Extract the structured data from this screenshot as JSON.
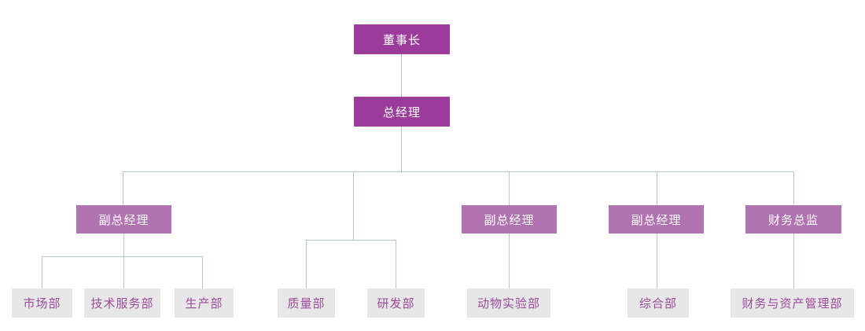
{
  "diagram_type": "org-chart",
  "nodes": {
    "chairman": {
      "label": "董事长",
      "level": 1
    },
    "general_manager": {
      "label": "总经理",
      "level": 2
    },
    "deputy_gm_1": {
      "label": "副总经理",
      "level": 3
    },
    "deputy_gm_2": {
      "label": "副总经理",
      "level": 3
    },
    "deputy_gm_3": {
      "label": "副总经理",
      "level": 3
    },
    "finance_director": {
      "label": "财务总监",
      "level": 3
    },
    "marketing": {
      "label": "市场部",
      "level": 4
    },
    "tech_service": {
      "label": "技术服务部",
      "level": 4
    },
    "production": {
      "label": "生产部",
      "level": 4
    },
    "quality": {
      "label": "质量部",
      "level": 4
    },
    "rnd": {
      "label": "研发部",
      "level": 4
    },
    "animal_lab": {
      "label": "动物实验部",
      "level": 4
    },
    "general_affairs": {
      "label": "综合部",
      "level": 4
    },
    "finance_asset": {
      "label": "财务与资产管理部",
      "level": 4
    }
  },
  "colors": {
    "executive_box": "#9B3C9C",
    "manager_box": "#B172B2",
    "department_box": "#E8E7E8",
    "department_text": "#9B4A9B",
    "connector_line": "#B7C7D1"
  }
}
